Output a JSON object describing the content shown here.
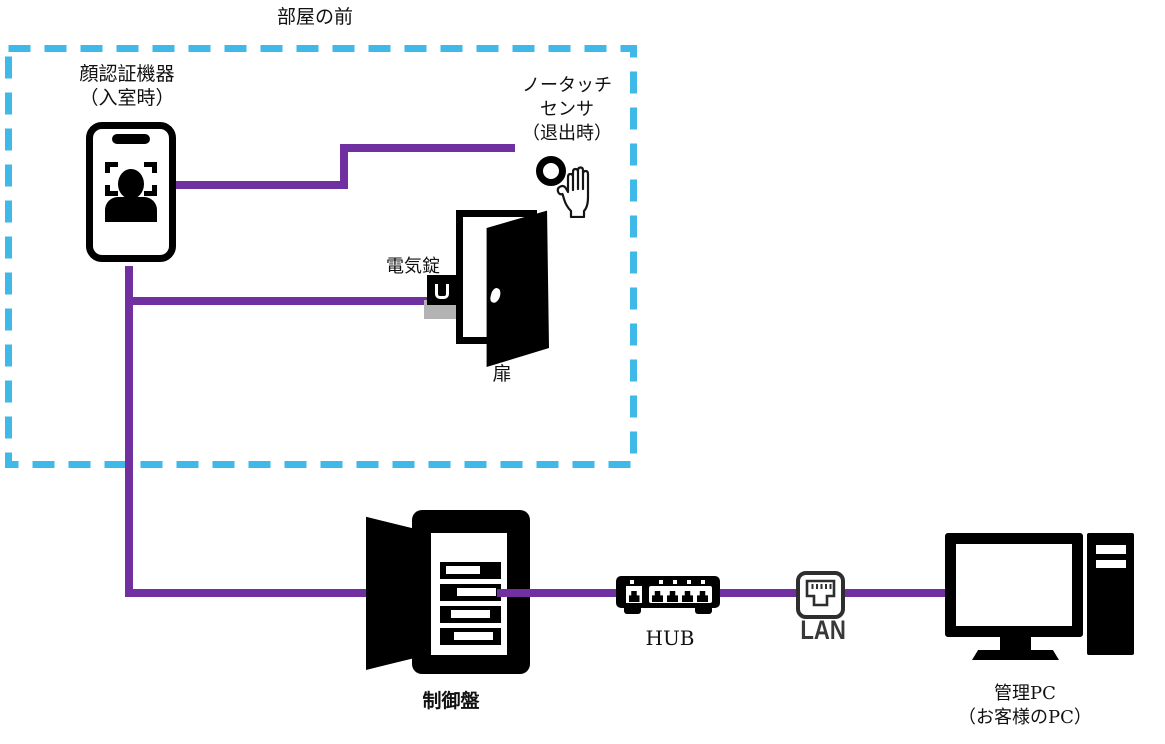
{
  "diagram": {
    "title": "部屋の前",
    "colors": {
      "wire": "#7030A0",
      "zone_border": "#3FB9E8",
      "icon": "#000000",
      "lock_base": "#B3B3B3",
      "label": "#111111",
      "lan_text": "#383838"
    },
    "nodes": {
      "face_device": {
        "name_line1": "顔認証機器",
        "name_line2": "（入室時）"
      },
      "no_touch_sensor": {
        "name_line1": "ノータッチ",
        "name_line2": "センサ",
        "name_line3": "（退出時）"
      },
      "electric_lock": {
        "name": "電気錠"
      },
      "door": {
        "name": "扉"
      },
      "control_panel": {
        "name": "制御盤"
      },
      "hub": {
        "name": "HUB"
      },
      "lan": {
        "name": "LAN"
      },
      "management_pc": {
        "name_line1": "管理PC",
        "name_line2": "（お客様のPC）"
      }
    }
  }
}
